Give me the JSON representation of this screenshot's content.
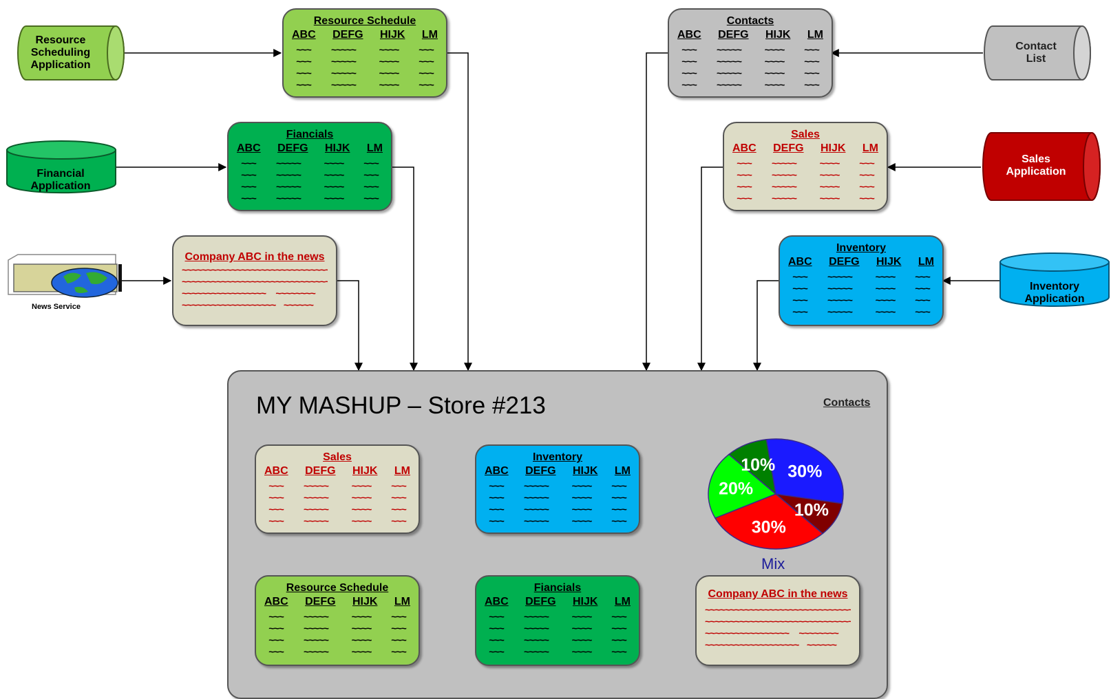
{
  "colors": {
    "light_green": "#92d050",
    "dark_green": "#00b050",
    "gray": "#c0c0c0",
    "beige": "#dddcc6",
    "red": "#c00000",
    "blue": "#00b0f0",
    "news_text": "#c00000"
  },
  "sources": {
    "resource": "Resource Scheduling Application",
    "financial": "Financial Application",
    "news": "News Service",
    "contact": "Contact List",
    "sales": "Sales Application",
    "inventory": "Inventory Application"
  },
  "columns": [
    "ABC",
    "DEFG",
    "HIJK",
    "LM"
  ],
  "cards": {
    "resource_schedule": "Resource Schedule",
    "financials": "Fiancials",
    "news": "Company ABC in the news",
    "contacts": "Contacts",
    "sales": "Sales",
    "inventory": "Inventory"
  },
  "mashup": {
    "title": "MY MASHUP – Store #213",
    "contacts_link": "Contacts",
    "pie_label": "Mix"
  },
  "chart_data": {
    "type": "pie",
    "title": "Mix",
    "categories": [
      "",
      "",
      "",
      "",
      ""
    ],
    "values": [
      30,
      10,
      30,
      20,
      10
    ],
    "colors": [
      "#1a1aff",
      "#800000",
      "#ff0000",
      "#00ff00",
      "#008000"
    ]
  }
}
